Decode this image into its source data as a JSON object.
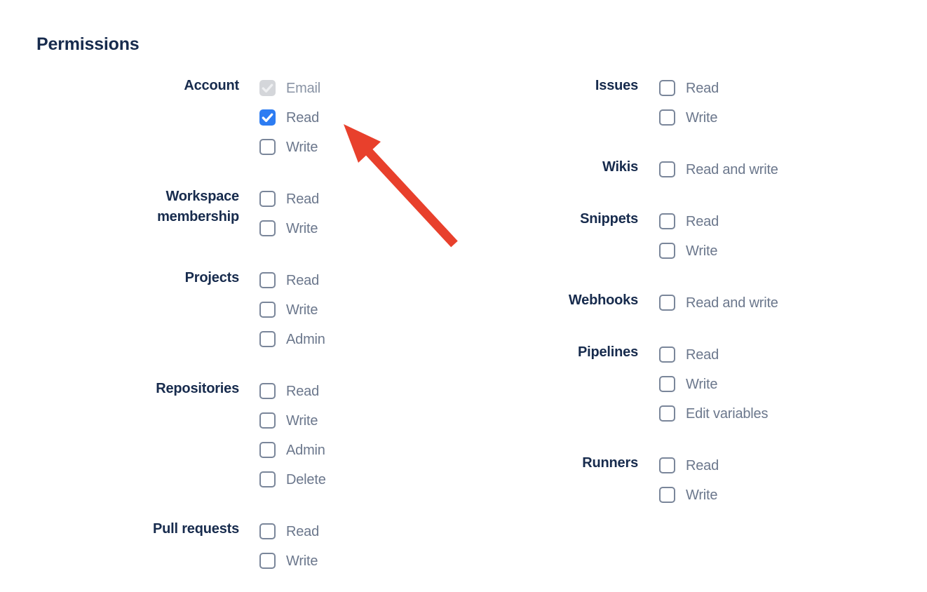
{
  "page": {
    "title": "Permissions"
  },
  "colors": {
    "background": "#FFFFFF",
    "heading_text": "#172B4D",
    "group_label_text": "#172B4D",
    "option_label_text": "#6B778C",
    "option_label_disabled_text": "#8993A4",
    "checkbox_border": "#7A869A",
    "checkbox_checked_fill": "#2D7CF2",
    "checkbox_check": "#FFFFFF",
    "checkbox_disabled_fill": "#D4D6DA",
    "checkbox_disabled_check": "#EFF0F2"
  },
  "annotation": {
    "arrow_color": "#E8402C"
  },
  "columns": [
    {
      "groups": [
        {
          "label": "Account",
          "options": [
            {
              "label": "Email",
              "state": "checked_disabled"
            },
            {
              "label": "Read",
              "state": "checked"
            },
            {
              "label": "Write",
              "state": "unchecked"
            }
          ]
        },
        {
          "label": "Workspace membership",
          "options": [
            {
              "label": "Read",
              "state": "unchecked"
            },
            {
              "label": "Write",
              "state": "unchecked"
            }
          ]
        },
        {
          "label": "Projects",
          "options": [
            {
              "label": "Read",
              "state": "unchecked"
            },
            {
              "label": "Write",
              "state": "unchecked"
            },
            {
              "label": "Admin",
              "state": "unchecked"
            }
          ]
        },
        {
          "label": "Repositories",
          "options": [
            {
              "label": "Read",
              "state": "unchecked"
            },
            {
              "label": "Write",
              "state": "unchecked"
            },
            {
              "label": "Admin",
              "state": "unchecked"
            },
            {
              "label": "Delete",
              "state": "unchecked"
            }
          ]
        },
        {
          "label": "Pull requests",
          "options": [
            {
              "label": "Read",
              "state": "unchecked"
            },
            {
              "label": "Write",
              "state": "unchecked"
            }
          ]
        }
      ]
    },
    {
      "groups": [
        {
          "label": "Issues",
          "options": [
            {
              "label": "Read",
              "state": "unchecked"
            },
            {
              "label": "Write",
              "state": "unchecked"
            }
          ]
        },
        {
          "label": "Wikis",
          "options": [
            {
              "label": "Read and write",
              "state": "unchecked"
            }
          ]
        },
        {
          "label": "Snippets",
          "options": [
            {
              "label": "Read",
              "state": "unchecked"
            },
            {
              "label": "Write",
              "state": "unchecked"
            }
          ]
        },
        {
          "label": "Webhooks",
          "options": [
            {
              "label": "Read and write",
              "state": "unchecked"
            }
          ]
        },
        {
          "label": "Pipelines",
          "options": [
            {
              "label": "Read",
              "state": "unchecked"
            },
            {
              "label": "Write",
              "state": "unchecked"
            },
            {
              "label": "Edit variables",
              "state": "unchecked"
            }
          ]
        },
        {
          "label": "Runners",
          "options": [
            {
              "label": "Read",
              "state": "unchecked"
            },
            {
              "label": "Write",
              "state": "unchecked"
            }
          ]
        }
      ]
    }
  ]
}
